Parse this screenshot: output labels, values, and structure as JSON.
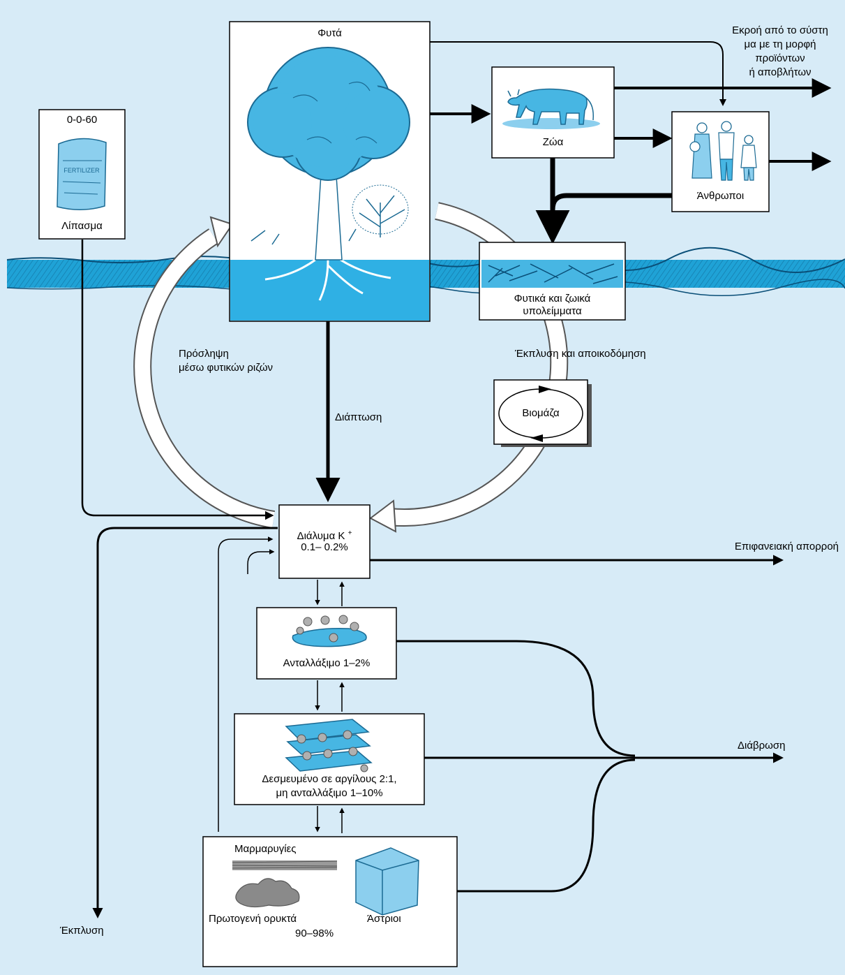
{
  "colors": {
    "background": "#d7ebf7",
    "soil_band": "#1fa2d6",
    "accent_blue": "#47b6e3",
    "ring": "#ffffff",
    "box_fill": "#ffffff",
    "box_stroke": "#000000"
  },
  "boxes": {
    "fertilizer": {
      "title": "0-0-60",
      "label": "Λίπασμα",
      "bag_text": "FERTILIZER",
      "icon": "fertilizer-bag-icon"
    },
    "plants": {
      "label": "Φυτά",
      "icon": "tree-icon"
    },
    "animals": {
      "label": "Ζώα",
      "icon": "cow-icon"
    },
    "humans": {
      "label": "Άνθρωποι",
      "icon": "family-icon"
    },
    "residues": {
      "line1": "Φυτικά και ζωικά",
      "line2": "υπολείμματα",
      "icon": "residue-icon"
    },
    "biomass": {
      "label": "Βιομάζα",
      "icon": "cycle-arrows-icon"
    },
    "solution": {
      "line1": "Διάλυμα K",
      "sup": "+",
      "line2": "0.1– 0.2%"
    },
    "exchangeable": {
      "label": "Ανταλλάξιμο 1–2%",
      "icon": "clay-particle-icon"
    },
    "fixed": {
      "line1": "Δεσμευμένο σε αργίλους 2:1,",
      "line2": "μη ανταλλάξιμο 1–10%",
      "icon": "clay-layers-icon"
    },
    "minerals": {
      "micas": "Μαρμαρυγίες",
      "primary": "Πρωτογενή ορυκτά",
      "percent": "90–98%",
      "feldspars": "Άστριοι",
      "icons": [
        "mica-icon",
        "rock-icon",
        "feldspar-crystal-icon"
      ]
    }
  },
  "labels": {
    "export": [
      "Εκροή από το σύστη",
      "μα με τη μορφή",
      "προϊόντων",
      "ή αποβλήτων"
    ],
    "uptake": [
      "Πρόσληψη",
      "μέσω φυτικών ριζών"
    ],
    "leaching_decay": "Έκπλυση και αποικοδόμηση",
    "diffusion": "Διάπτωση",
    "runoff": "Επιφανειακή απορροή",
    "erosion": "Διάβρωση",
    "leaching": "Έκπλυση"
  }
}
